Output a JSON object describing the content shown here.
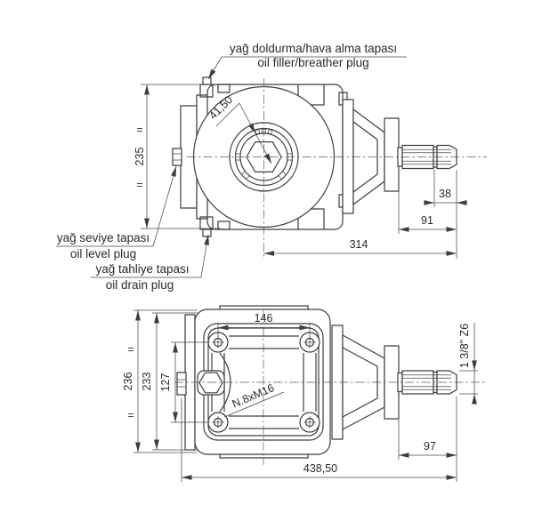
{
  "labels": {
    "oil_filler": {
      "tr": "yağ doldurma/hava alma tapası",
      "en": "oil filler/breather plug"
    },
    "oil_level": {
      "tr": "yağ seviye tapası",
      "en": "oil level plug"
    },
    "oil_drain": {
      "tr": "yağ tahliye tapası",
      "en": "oil drain plug"
    }
  },
  "top_view": {
    "dim_height": "235",
    "dim_pilot": "41,50",
    "dim_spline_length": "38",
    "dim_shaft_length": "91",
    "dim_center_to_shaft_end": "314",
    "equal_mark": "="
  },
  "bottom_view": {
    "dim_overall_height": "236",
    "dim_body_height": "233",
    "dim_hole_spacing_v": "127",
    "dim_hole_spacing_h": "146",
    "bolt_note": "N.8xM16",
    "shaft_spec": "1 3/8\" Z6",
    "dim_shaft_length": "97",
    "dim_overall_length": "438,50",
    "equal_mark": "="
  },
  "colors": {
    "line": "#3d3d3d",
    "background": "#ffffff"
  }
}
